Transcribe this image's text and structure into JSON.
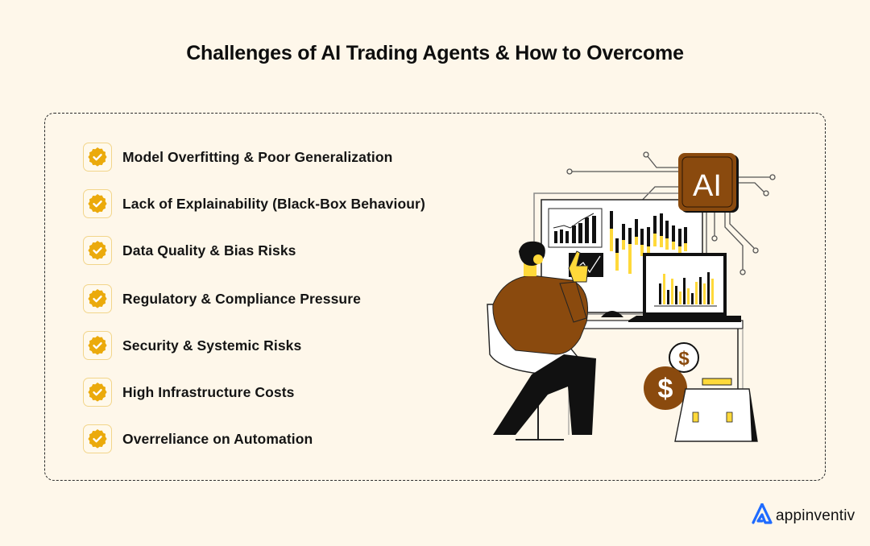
{
  "header": {
    "title": "Challenges of AI Trading Agents & How to Overcome"
  },
  "challenges": {
    "items": [
      {
        "label": "Model Overfitting & Poor Generalization",
        "icon": "check-badge-icon"
      },
      {
        "label": "Lack of Explainability (Black-Box Behaviour)",
        "icon": "check-badge-icon"
      },
      {
        "label": "Data Quality & Bias Risks",
        "icon": "check-badge-icon"
      },
      {
        "label": "Regulatory & Compliance Pressure",
        "icon": "check-badge-icon"
      },
      {
        "label": "Security & Systemic Risks",
        "icon": "check-badge-icon"
      },
      {
        "label": "High Infrastructure Costs",
        "icon": "check-badge-icon"
      },
      {
        "label": "Overreliance on Automation",
        "icon": "check-badge-icon"
      }
    ]
  },
  "illustration": {
    "chip_label": "AI",
    "coin_symbol": "$"
  },
  "brand": {
    "name": "appinventiv",
    "logo": "appinventiv-logo-icon"
  },
  "colors": {
    "background": "#FEF7EA",
    "accent_gold": "#EBAA0B",
    "brown": "#8A4A0E",
    "yellow": "#FFD93A",
    "brand_blue": "#1F6BFF"
  }
}
